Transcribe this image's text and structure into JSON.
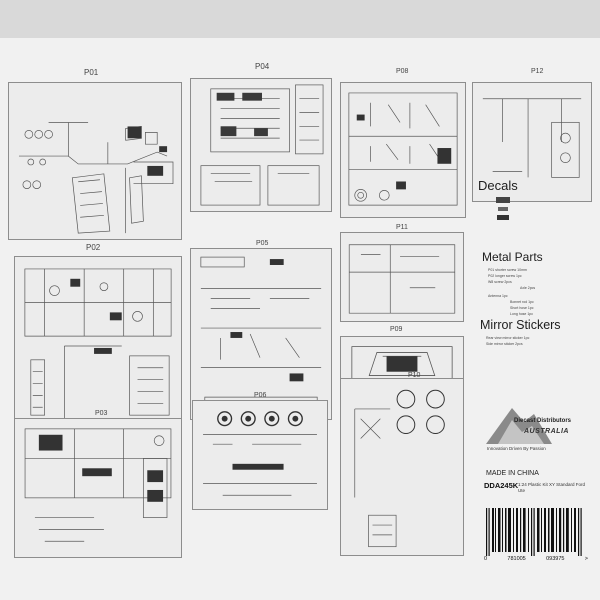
{
  "parts": {
    "p01": "P01",
    "p02": "P02",
    "p03": "P03",
    "p04": "P04",
    "p05": "P05",
    "p06": "P06",
    "p08": "P08",
    "p09": "P09",
    "p10": "P10",
    "p11": "P11",
    "p12": "P12"
  },
  "sections": {
    "decals": "Decals",
    "metal_parts": "Metal Parts",
    "metal_items": [
      "P01 shorter screw 10mm",
      "P02 longer screw 1pc",
      "W8 screw 2pcs",
      "Axle 2pcs",
      "Antenna 1pc",
      "Bonnet rod 1pc",
      "Short hose 1pc",
      "Long hose 1pc"
    ],
    "mirror_stickers": "Mirror Stickers",
    "mirror_items": [
      "Rear view mirror sticker 1pc",
      "Side mirror sticker 2pcs"
    ]
  },
  "brand": {
    "name_line1": "Diecast Distributors",
    "name_line2": "AUSTRALIA",
    "tagline": "Innovation Driven By Passion"
  },
  "product": {
    "made_in": "MADE IN CHINA",
    "sku": "DDA245K",
    "description": "1:24 Plastic Kit XY Standard Ford Ute",
    "barcode_digits": [
      "0",
      "781005",
      "093975",
      ">"
    ]
  }
}
